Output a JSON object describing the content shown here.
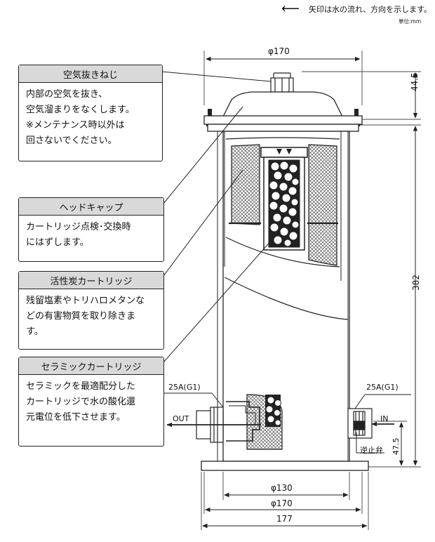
{
  "legend": {
    "arrow_text": "矢印は水の流れ、方向を示します。",
    "unit": "単位:mm"
  },
  "callouts": [
    {
      "title": "空気抜きねじ",
      "body": [
        "内部の空気を抜き、",
        "空気溜まりをなくします。",
        "※メンテナンス時以外は",
        "回さないでください。"
      ]
    },
    {
      "title": "ヘッドキャップ",
      "body": [
        "カートリッジ点検･交換時",
        "にはずします。"
      ]
    },
    {
      "title": "活性炭カートリッジ",
      "body": [
        "残留塩素やトリハロメタンな",
        "どの有害物質を取り除きま",
        "す。"
      ]
    },
    {
      "title": "セラミックカートリッジ",
      "body": [
        "セラミックを最適配分した",
        "カートリッジで水の酸化還",
        "元電位を低下させます。"
      ]
    }
  ],
  "dimensions": {
    "top_diameter": "φ170",
    "head_height": "44.5",
    "body_height": "382",
    "inlet_height": "47.5",
    "base_inner": "φ130",
    "base_mid": "φ170",
    "base_outer": "177"
  },
  "ports": {
    "outlet_size": "25A(G1)",
    "inlet_size": "25A(G1)",
    "out_label": "OUT",
    "in_label": "IN",
    "check_valve": "逆止弁"
  }
}
